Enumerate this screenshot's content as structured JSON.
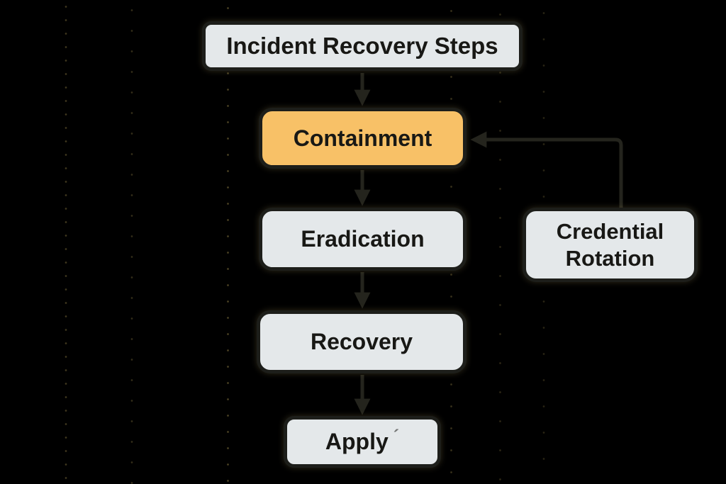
{
  "diagram": {
    "title": "Incident Recovery Steps",
    "nodes": {
      "containment": {
        "label": "Containment",
        "highlighted": true
      },
      "eradication": {
        "label": "Eradication",
        "highlighted": false
      },
      "recovery": {
        "label": "Recovery",
        "highlighted": false
      },
      "apply": {
        "label": "Apply",
        "suffix_mark": "´",
        "highlighted": false
      },
      "credential_rotation": {
        "label": "Credential Rotation",
        "highlighted": false
      }
    },
    "edges": [
      {
        "from": "incident-recovery-steps",
        "to": "containment",
        "style": "straight-down"
      },
      {
        "from": "containment",
        "to": "eradication",
        "style": "straight-down"
      },
      {
        "from": "eradication",
        "to": "recovery",
        "style": "straight-down"
      },
      {
        "from": "recovery",
        "to": "apply",
        "style": "straight-down"
      },
      {
        "from": "credential-rotation",
        "to": "containment",
        "style": "elbow-up-left"
      }
    ],
    "colors": {
      "background": "#000000",
      "node_fill": "#e4e8ea",
      "node_border": "#1d1e1a",
      "highlight_fill": "#f8c167",
      "text": "#181815",
      "arrow": "#24241d"
    }
  }
}
